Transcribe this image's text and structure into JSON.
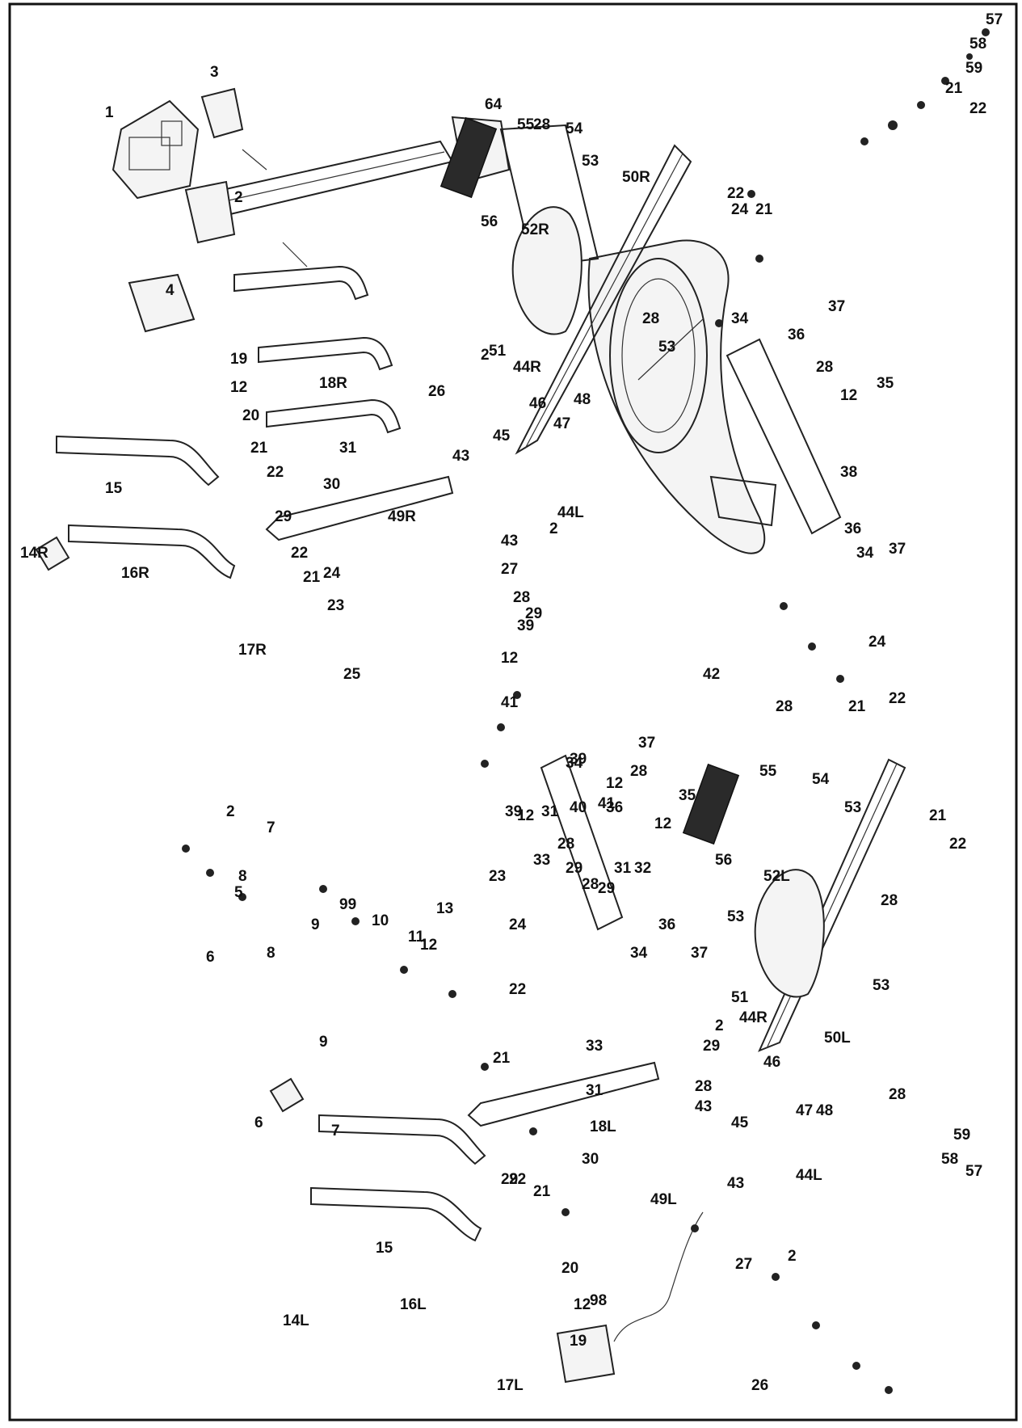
{
  "labels": [
    {
      "id": "l1",
      "text": "1"
    },
    {
      "id": "l2a",
      "text": "2"
    },
    {
      "id": "l2b",
      "text": "2"
    },
    {
      "id": "l2c",
      "text": "2"
    },
    {
      "id": "l2d",
      "text": "2"
    },
    {
      "id": "l2e",
      "text": "2"
    },
    {
      "id": "l2f",
      "text": "2"
    },
    {
      "id": "l3",
      "text": "3"
    },
    {
      "id": "l4",
      "text": "4"
    },
    {
      "id": "l5",
      "text": "5"
    },
    {
      "id": "l6a",
      "text": "6"
    },
    {
      "id": "l6b",
      "text": "6"
    },
    {
      "id": "l7a",
      "text": "7"
    },
    {
      "id": "l7b",
      "text": "7"
    },
    {
      "id": "l8a",
      "text": "8"
    },
    {
      "id": "l8b",
      "text": "8"
    },
    {
      "id": "l9a",
      "text": "9"
    },
    {
      "id": "l9b",
      "text": "9"
    },
    {
      "id": "l10",
      "text": "10"
    },
    {
      "id": "l11",
      "text": "11"
    },
    {
      "id": "l12a",
      "text": "12"
    },
    {
      "id": "l12b",
      "text": "12"
    },
    {
      "id": "l12c",
      "text": "12"
    },
    {
      "id": "l12d",
      "text": "12"
    },
    {
      "id": "l12e",
      "text": "12"
    },
    {
      "id": "l12f",
      "text": "12"
    },
    {
      "id": "l12g",
      "text": "12"
    },
    {
      "id": "l12h",
      "text": "12"
    },
    {
      "id": "l13",
      "text": "13"
    },
    {
      "id": "l14r",
      "text": "14R"
    },
    {
      "id": "l14l",
      "text": "14L"
    },
    {
      "id": "l15a",
      "text": "15"
    },
    {
      "id": "l15b",
      "text": "15"
    },
    {
      "id": "l16r",
      "text": "16R"
    },
    {
      "id": "l16l",
      "text": "16L"
    },
    {
      "id": "l17r",
      "text": "17R"
    },
    {
      "id": "l17l",
      "text": "17L"
    },
    {
      "id": "l18r",
      "text": "18R"
    },
    {
      "id": "l18l",
      "text": "18L"
    },
    {
      "id": "l19a",
      "text": "19"
    },
    {
      "id": "l19b",
      "text": "19"
    },
    {
      "id": "l20a",
      "text": "20"
    },
    {
      "id": "l20b",
      "text": "20"
    },
    {
      "id": "l21a",
      "text": "21"
    },
    {
      "id": "l21b",
      "text": "21"
    },
    {
      "id": "l21c",
      "text": "21"
    },
    {
      "id": "l21d",
      "text": "21"
    },
    {
      "id": "l21e",
      "text": "21"
    },
    {
      "id": "l21f",
      "text": "21"
    },
    {
      "id": "l21g",
      "text": "21"
    },
    {
      "id": "l21h",
      "text": "21"
    },
    {
      "id": "l22a",
      "text": "22"
    },
    {
      "id": "l22b",
      "text": "22"
    },
    {
      "id": "l22c",
      "text": "22"
    },
    {
      "id": "l22d",
      "text": "22"
    },
    {
      "id": "l22e",
      "text": "22"
    },
    {
      "id": "l22f",
      "text": "22"
    },
    {
      "id": "l22g",
      "text": "22"
    },
    {
      "id": "l22h",
      "text": "22"
    },
    {
      "id": "l23a",
      "text": "23"
    },
    {
      "id": "l23b",
      "text": "23"
    },
    {
      "id": "l24a",
      "text": "24"
    },
    {
      "id": "l24b",
      "text": "24"
    },
    {
      "id": "l24c",
      "text": "24"
    },
    {
      "id": "l24d",
      "text": "24"
    },
    {
      "id": "l25",
      "text": "25"
    },
    {
      "id": "l26a",
      "text": "26"
    },
    {
      "id": "l26b",
      "text": "26"
    },
    {
      "id": "l27a",
      "text": "27"
    },
    {
      "id": "l27b",
      "text": "27"
    },
    {
      "id": "l28a",
      "text": "28"
    },
    {
      "id": "l28b",
      "text": "28"
    },
    {
      "id": "l28c",
      "text": "28"
    },
    {
      "id": "l28d",
      "text": "28"
    },
    {
      "id": "l28e",
      "text": "28"
    },
    {
      "id": "l28f",
      "text": "28"
    },
    {
      "id": "l28g",
      "text": "28"
    },
    {
      "id": "l28h",
      "text": "28"
    },
    {
      "id": "l28i",
      "text": "28"
    },
    {
      "id": "l28j",
      "text": "28"
    },
    {
      "id": "l28k",
      "text": "28"
    },
    {
      "id": "l29a",
      "text": "29"
    },
    {
      "id": "l29b",
      "text": "29"
    },
    {
      "id": "l29c",
      "text": "29"
    },
    {
      "id": "l29d",
      "text": "29"
    },
    {
      "id": "l29e",
      "text": "29"
    },
    {
      "id": "l29f",
      "text": "29"
    },
    {
      "id": "l30a",
      "text": "30"
    },
    {
      "id": "l30b",
      "text": "30"
    },
    {
      "id": "l31a",
      "text": "31"
    },
    {
      "id": "l31b",
      "text": "31"
    },
    {
      "id": "l31c",
      "text": "31"
    },
    {
      "id": "l31d",
      "text": "31"
    },
    {
      "id": "l32",
      "text": "32"
    },
    {
      "id": "l33a",
      "text": "33"
    },
    {
      "id": "l33b",
      "text": "33"
    },
    {
      "id": "l34a",
      "text": "34"
    },
    {
      "id": "l34b",
      "text": "34"
    },
    {
      "id": "l34c",
      "text": "34"
    },
    {
      "id": "l34d",
      "text": "34"
    },
    {
      "id": "l35a",
      "text": "35"
    },
    {
      "id": "l35b",
      "text": "35"
    },
    {
      "id": "l36a",
      "text": "36"
    },
    {
      "id": "l36b",
      "text": "36"
    },
    {
      "id": "l36c",
      "text": "36"
    },
    {
      "id": "l36d",
      "text": "36"
    },
    {
      "id": "l37a",
      "text": "37"
    },
    {
      "id": "l37b",
      "text": "37"
    },
    {
      "id": "l37c",
      "text": "37"
    },
    {
      "id": "l37d",
      "text": "37"
    },
    {
      "id": "l38",
      "text": "38"
    },
    {
      "id": "l39a",
      "text": "39"
    },
    {
      "id": "l39b",
      "text": "39"
    },
    {
      "id": "l39c",
      "text": "39"
    },
    {
      "id": "l40",
      "text": "40"
    },
    {
      "id": "l41a",
      "text": "41"
    },
    {
      "id": "l41b",
      "text": "41"
    },
    {
      "id": "l42",
      "text": "42"
    },
    {
      "id": "l43a",
      "text": "43"
    },
    {
      "id": "l43b",
      "text": "43"
    },
    {
      "id": "l43c",
      "text": "43"
    },
    {
      "id": "l43d",
      "text": "43"
    },
    {
      "id": "l44r1",
      "text": "44R"
    },
    {
      "id": "l44l1",
      "text": "44L"
    },
    {
      "id": "l44r2",
      "text": "44R"
    },
    {
      "id": "l44l2",
      "text": "44L"
    },
    {
      "id": "l45a",
      "text": "45"
    },
    {
      "id": "l45b",
      "text": "45"
    },
    {
      "id": "l46a",
      "text": "46"
    },
    {
      "id": "l46b",
      "text": "46"
    },
    {
      "id": "l47a",
      "text": "47"
    },
    {
      "id": "l47b",
      "text": "47"
    },
    {
      "id": "l48a",
      "text": "48"
    },
    {
      "id": "l48b",
      "text": "48"
    },
    {
      "id": "l49r",
      "text": "49R"
    },
    {
      "id": "l49l",
      "text": "49L"
    },
    {
      "id": "l50r",
      "text": "50R"
    },
    {
      "id": "l50l",
      "text": "50L"
    },
    {
      "id": "l51a",
      "text": "51"
    },
    {
      "id": "l51b",
      "text": "51"
    },
    {
      "id": "l52r",
      "text": "52R"
    },
    {
      "id": "l52l",
      "text": "52L"
    },
    {
      "id": "l53a",
      "text": "53"
    },
    {
      "id": "l53b",
      "text": "53"
    },
    {
      "id": "l53c",
      "text": "53"
    },
    {
      "id": "l53d",
      "text": "53"
    },
    {
      "id": "l53e",
      "text": "53"
    },
    {
      "id": "l54a",
      "text": "54"
    },
    {
      "id": "l54b",
      "text": "54"
    },
    {
      "id": "l55a",
      "text": "55"
    },
    {
      "id": "l55b",
      "text": "55"
    },
    {
      "id": "l56a",
      "text": "56"
    },
    {
      "id": "l56b",
      "text": "56"
    },
    {
      "id": "l57a",
      "text": "57"
    },
    {
      "id": "l57b",
      "text": "57"
    },
    {
      "id": "l58a",
      "text": "58"
    },
    {
      "id": "l58b",
      "text": "58"
    },
    {
      "id": "l59a",
      "text": "59"
    },
    {
      "id": "l59b",
      "text": "59"
    },
    {
      "id": "l64",
      "text": "64"
    },
    {
      "id": "l98",
      "text": "98"
    },
    {
      "id": "l99",
      "text": "99"
    }
  ]
}
